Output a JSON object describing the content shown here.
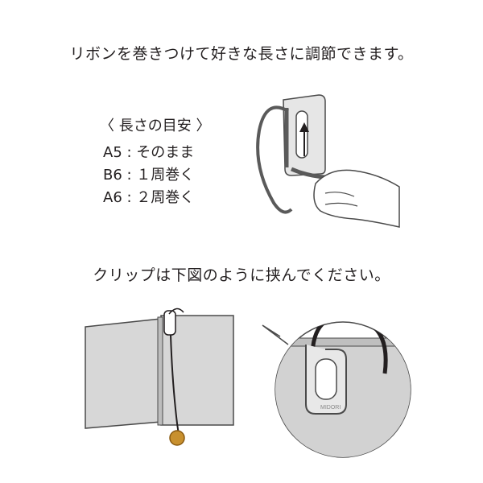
{
  "instruction_length": "リボンを巻きつけて好きな長さに調節できます。",
  "length_guide": {
    "title": "〈 長さの目安 〉",
    "items": [
      "A5 : そのまま",
      "B6 : １周巻く",
      "A6 : ２周巻く"
    ]
  },
  "instruction_clip": "クリップは下図のように挟んでください。",
  "clip_branding": "MIDORI",
  "colors": {
    "text": "#231f20",
    "ribbon": "#5a5a5a",
    "book": "#d7d7d7",
    "outline": "#4a4a4a",
    "charm": "#c8902e"
  }
}
